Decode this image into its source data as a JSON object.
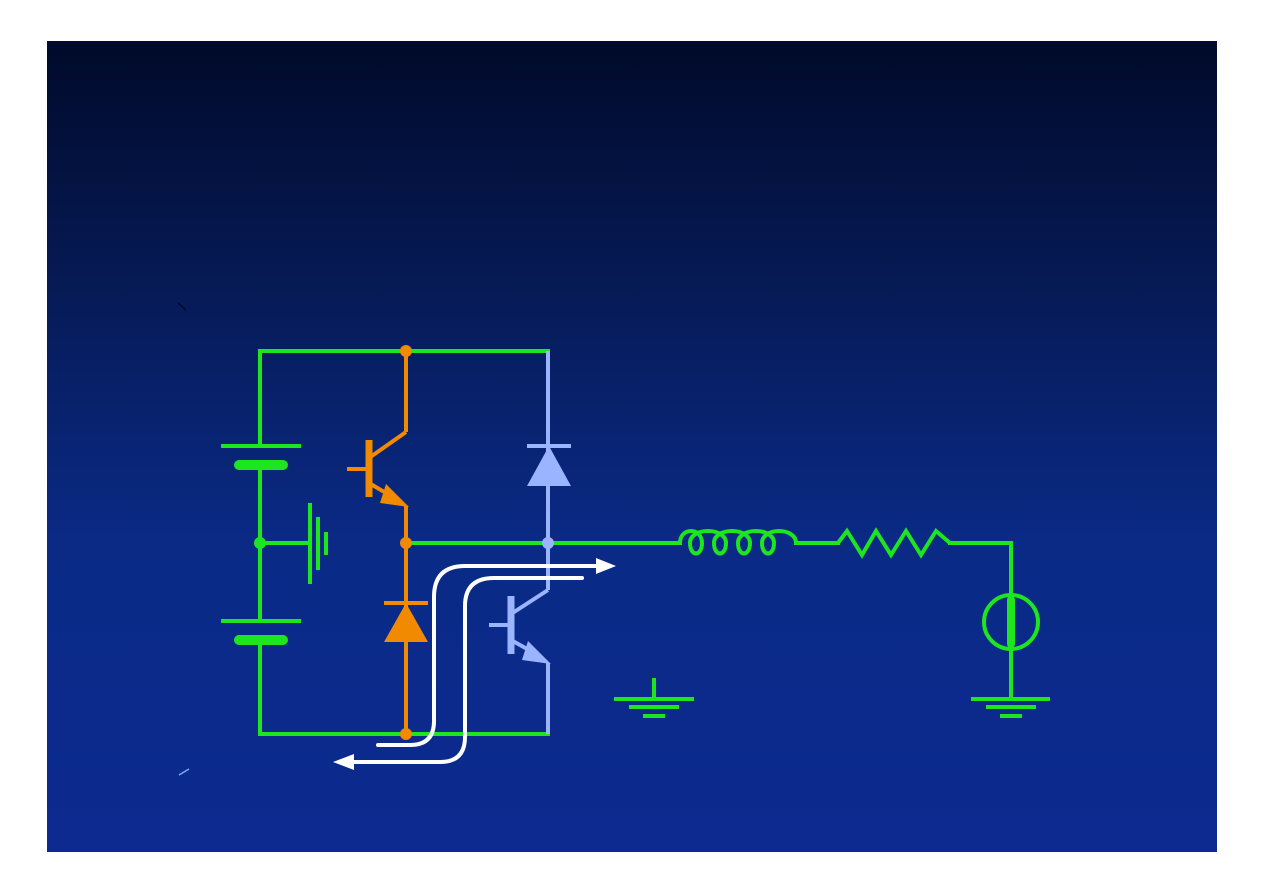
{
  "diagram": {
    "kind": "half-bridge-inverter-circuit",
    "components": [
      {
        "name": "upper-battery",
        "icon": "battery-icon"
      },
      {
        "name": "lower-battery",
        "icon": "battery-icon"
      },
      {
        "name": "midpoint-ground",
        "icon": "ground-icon"
      },
      {
        "name": "upper-transistor",
        "icon": "npn-transistor-icon"
      },
      {
        "name": "upper-diode",
        "icon": "diode-icon"
      },
      {
        "name": "lower-transistor",
        "icon": "npn-transistor-icon"
      },
      {
        "name": "lower-diode",
        "icon": "diode-icon"
      },
      {
        "name": "load-inductor",
        "icon": "inductor-icon"
      },
      {
        "name": "load-resistor",
        "icon": "resistor-icon"
      },
      {
        "name": "back-emf-source",
        "icon": "current-source-icon"
      },
      {
        "name": "load-ground",
        "icon": "ground-icon"
      },
      {
        "name": "reference-ground",
        "icon": "ground-icon"
      }
    ],
    "current_paths": [
      {
        "name": "current-path-through-lower-diode",
        "icon": "arrow-icon"
      },
      {
        "name": "current-path-through-lower-transistor",
        "icon": "arrow-icon"
      }
    ]
  },
  "colors": {
    "background_top": "#000a2a",
    "background_bottom": "#0c2a90",
    "wire": "#1ee61e",
    "upper_device": "#f28a00",
    "lower_device": "#9ab4ff",
    "current_arrow": "#ffffff"
  }
}
